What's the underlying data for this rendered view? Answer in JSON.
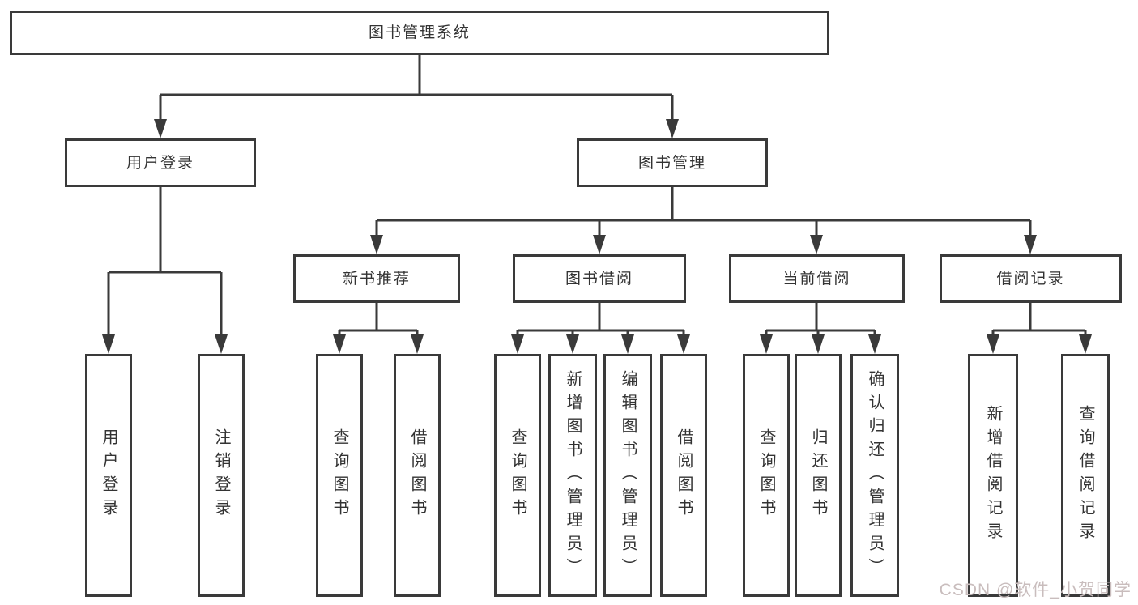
{
  "title": "图书管理系统",
  "tree": {
    "label": "图书管理系统",
    "children": [
      {
        "label": "用户登录",
        "children": [
          {
            "label": "用户登录"
          },
          {
            "label": "注销登录"
          }
        ]
      },
      {
        "label": "图书管理",
        "children": [
          {
            "label": "新书推荐",
            "children": [
              {
                "label": "查询图书"
              },
              {
                "label": "借阅图书"
              }
            ]
          },
          {
            "label": "图书借阅",
            "children": [
              {
                "label": "查询图书"
              },
              {
                "label": "新增图书（管理员）"
              },
              {
                "label": "编辑图书（管理员）"
              },
              {
                "label": "借阅图书"
              }
            ]
          },
          {
            "label": "当前借阅",
            "children": [
              {
                "label": "查询图书"
              },
              {
                "label": "归还图书"
              },
              {
                "label": "确认归还（管理员）"
              }
            ]
          },
          {
            "label": "借阅记录",
            "children": [
              {
                "label": "新增借阅记录"
              },
              {
                "label": "查询借阅记录"
              }
            ]
          }
        ]
      }
    ]
  },
  "watermark": {
    "text": "CSDN @软件_小贺同学"
  },
  "colors": {
    "line": "#3a3a3a",
    "text": "#333333",
    "background": "#ffffff",
    "watermark": "#c9bdbd"
  }
}
